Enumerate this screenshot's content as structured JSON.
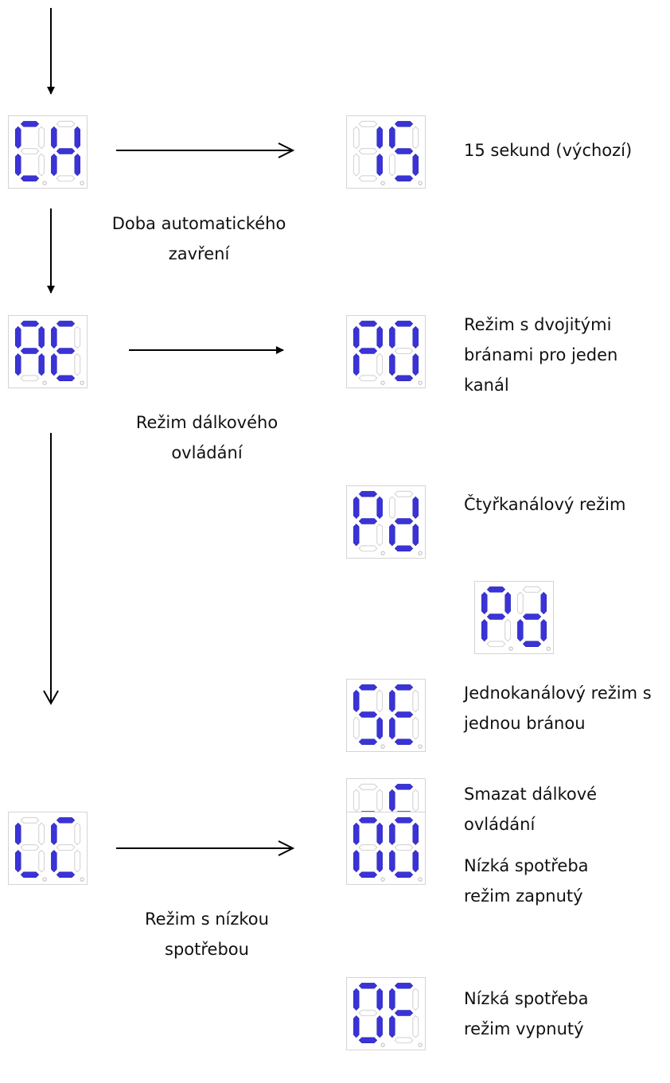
{
  "segment_color_on": "#3a33d6",
  "segment_color_off": "#cfcfcf",
  "menu": [
    {
      "code": "CH",
      "caption": "Doba automatického\nzavření"
    },
    {
      "code": "AE",
      "caption": "Režim dálkového\novládání"
    },
    {
      "code": "LC",
      "caption": "Režim s nízkou\nspotřebou"
    }
  ],
  "options": [
    {
      "code": "15",
      "label": "15 sekund (výchozí)"
    },
    {
      "code": "P0",
      "label": "Režim s dvojitými\nbránami pro jeden\nkanál"
    },
    {
      "code": "Pd",
      "label": "Čtyřkanálový režim"
    },
    {
      "code": "Pd",
      "label": ""
    },
    {
      "code": "SE",
      "label": "Jednokanálový režim s\njednou bránou"
    },
    {
      "code": "rE",
      "label": "Smazat dálkové\novládání"
    },
    {
      "code": "00",
      "label": "Nízká spotřeba\nrežim zapnutý"
    },
    {
      "code": "0F",
      "label": "Nízká spotřeba\nrežim vypnutý"
    }
  ]
}
